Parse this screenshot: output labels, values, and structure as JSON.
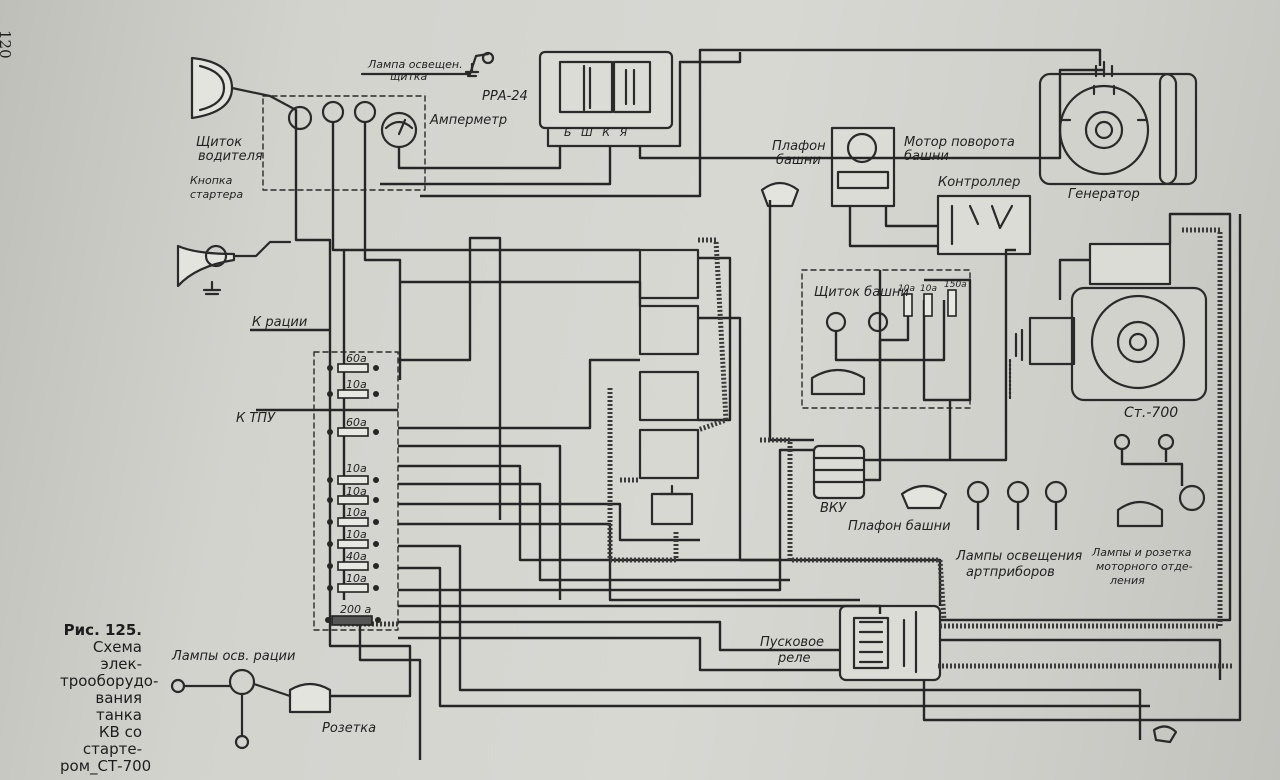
{
  "page_number": "120",
  "caption": {
    "figure": "Рис. 125.",
    "lines": [
      "Схема элек-",
      "трооборудо-",
      "вания танка",
      "КВ со старте-",
      "ром_СТ-700"
    ]
  },
  "labels": {
    "lamp_panel": "Лампа освещен.",
    "lamp_panel2": "щитка",
    "rra": "РРА-24",
    "ammeter": "Амперметр",
    "driver_panel1": "Щиток",
    "driver_panel2": "водителя",
    "starter_button1": "Кнопка",
    "starter_button2": "стартера",
    "turret_lamp1_a": "Плафон",
    "turret_lamp1_b": "башни",
    "turret_motor1": "Мотор поворота",
    "turret_motor2": "башни",
    "controller": "Контроллер",
    "generator": "Генератор",
    "radio": "К рации",
    "tpu": "К ТПУ",
    "turret_panel": "Щиток башни",
    "st700": "Ст.-700",
    "vku": "ВКУ",
    "turret_lamp2": "Плафон башни",
    "art_lamps1": "Лампы освещения",
    "art_lamps2": "артприборов",
    "engine_lamps1": "Лампы и розетка",
    "engine_lamps2": "моторного отде-",
    "engine_lamps3": "ления",
    "starter_relay1": "Пусковое",
    "starter_relay2": "реле",
    "radio_lamps": "Лампы осв. рации",
    "socket": "Розетка"
  },
  "fuses": [
    "60а",
    "10а",
    "60а",
    "10а",
    "10а",
    "10а",
    "10а",
    "40а",
    "10а",
    "200 а"
  ],
  "turret_fuses": [
    "10а",
    "10а",
    "150а"
  ],
  "relay_terminals": "Б Ш К Я"
}
